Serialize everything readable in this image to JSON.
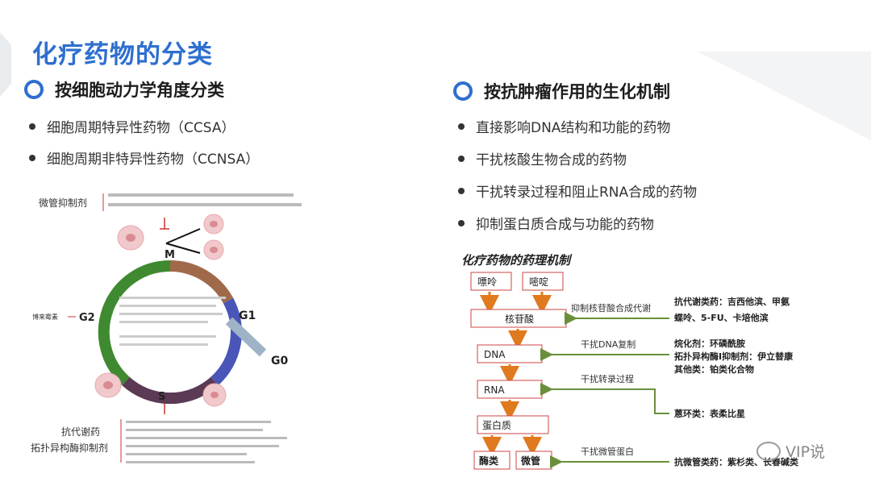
{
  "title": "化疗药物的分类",
  "left": {
    "heading": "按细胞动力学角度分类",
    "bullets": [
      "细胞周期特异性药物（CCSA）",
      "细胞周期非特异性药物（CCNSA）"
    ],
    "figure": {
      "label_microtubule": "微管抑制剂",
      "label_antimetabolite": "抗代谢药",
      "label_topo": "拓扑异构酶抑制剂",
      "phase_m": "M",
      "phase_g1": "G1",
      "phase_g0": "G0",
      "phase_s": "S",
      "phase_g2": "G2",
      "label_left_small": "博来霉素"
    }
  },
  "right": {
    "heading": "按抗肿瘤作用的生化机制",
    "bullets": [
      "直接影响DNA结构和功能的药物",
      "干扰核酸生物合成的药物",
      "干扰转录过程和阻止RNA合成的药物",
      "抑制蛋白质合成与功能的药物"
    ],
    "figure": {
      "title": "化疗药物的药理机制",
      "purine": "嘌呤",
      "pyrimidine": "嘧啶",
      "nucleotide": "核苷酸",
      "dna": "DNA",
      "rna": "RNA",
      "protein": "蛋白质",
      "enzyme": "酶类",
      "microtubule": "微管",
      "arrow1": "抑制核苷酸合成代谢",
      "arrow2": "干扰DNA复制",
      "arrow3": "干扰转录过程",
      "arrow4": "干扰微管蛋白",
      "note1a": "抗代谢类药：吉西他滨、甲氨",
      "note1b": "蝶呤、5-FU、卡培他滨",
      "note2a": "烷化剂：环磷酰胺",
      "note2b": "拓扑异构酶Ⅰ抑制剂：伊立替康",
      "note2c": "其他类：铂类化合物",
      "note3": "蒽环类：表柔比星",
      "note4": "抗微管类药：紫杉类、长春碱类"
    }
  },
  "watermark": "VIP说",
  "colors": {
    "accent": "#2e6fcf",
    "green": "#6a8f3a",
    "orange": "#e07a1e"
  }
}
